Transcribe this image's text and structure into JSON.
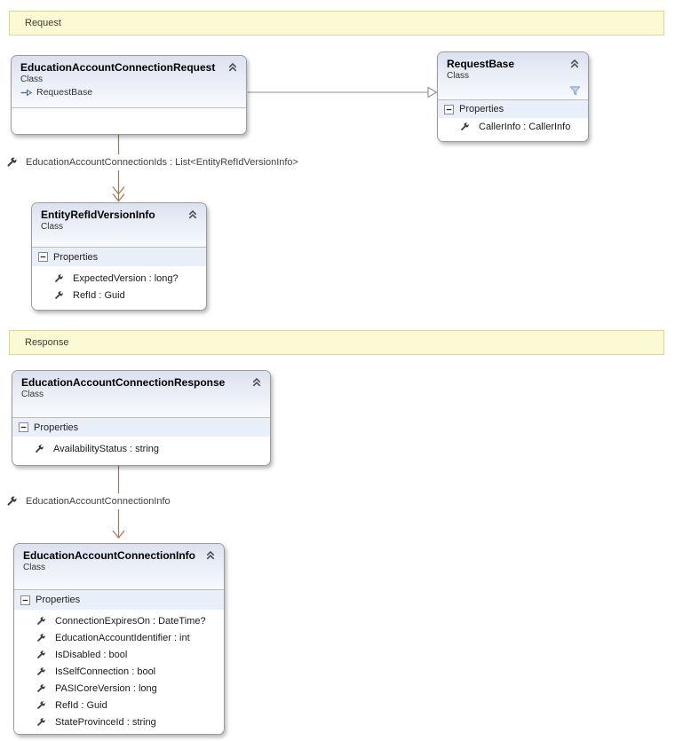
{
  "ui": {
    "properties_label": "Properties"
  },
  "banners": {
    "request": "Request",
    "response": "Response"
  },
  "boxes": {
    "request": {
      "title": "EducationAccountConnectionRequest",
      "stereotype": "Class",
      "base": "RequestBase"
    },
    "requestBase": {
      "title": "RequestBase",
      "stereotype": "Class",
      "properties": [
        "CallerInfo : CallerInfo"
      ]
    },
    "entityRef": {
      "title": "EntityRefIdVersionInfo",
      "stereotype": "Class",
      "properties": [
        "ExpectedVersion : long?",
        "RefId : Guid"
      ]
    },
    "response": {
      "title": "EducationAccountConnectionResponse",
      "stereotype": "Class",
      "properties": [
        "AvailabilityStatus : string"
      ]
    },
    "info": {
      "title": "EducationAccountConnectionInfo",
      "stereotype": "Class",
      "properties": [
        "ConnectionExpiresOn : DateTime?",
        "EducationAccountIdentifier : int",
        "IsDisabled : bool",
        "IsSelfConnection : bool",
        "PASICoreVersion : long",
        "RefId : Guid",
        "StateProvinceId : string"
      ]
    }
  },
  "associations": {
    "requestToEntityRef": "EducationAccountConnectionIds : List<EntityRefIdVersionInfo>",
    "responseToInfo": "EducationAccountConnectionInfo"
  },
  "colors": {
    "banner_fill": "#FBFAD5",
    "banner_border": "#D9D79C",
    "association_line": "#B3714E",
    "inheritance_line": "#A3A3A3",
    "header_gradient_top": "#DBE1F0",
    "compartment_header_fill": "#E9EFF8"
  }
}
